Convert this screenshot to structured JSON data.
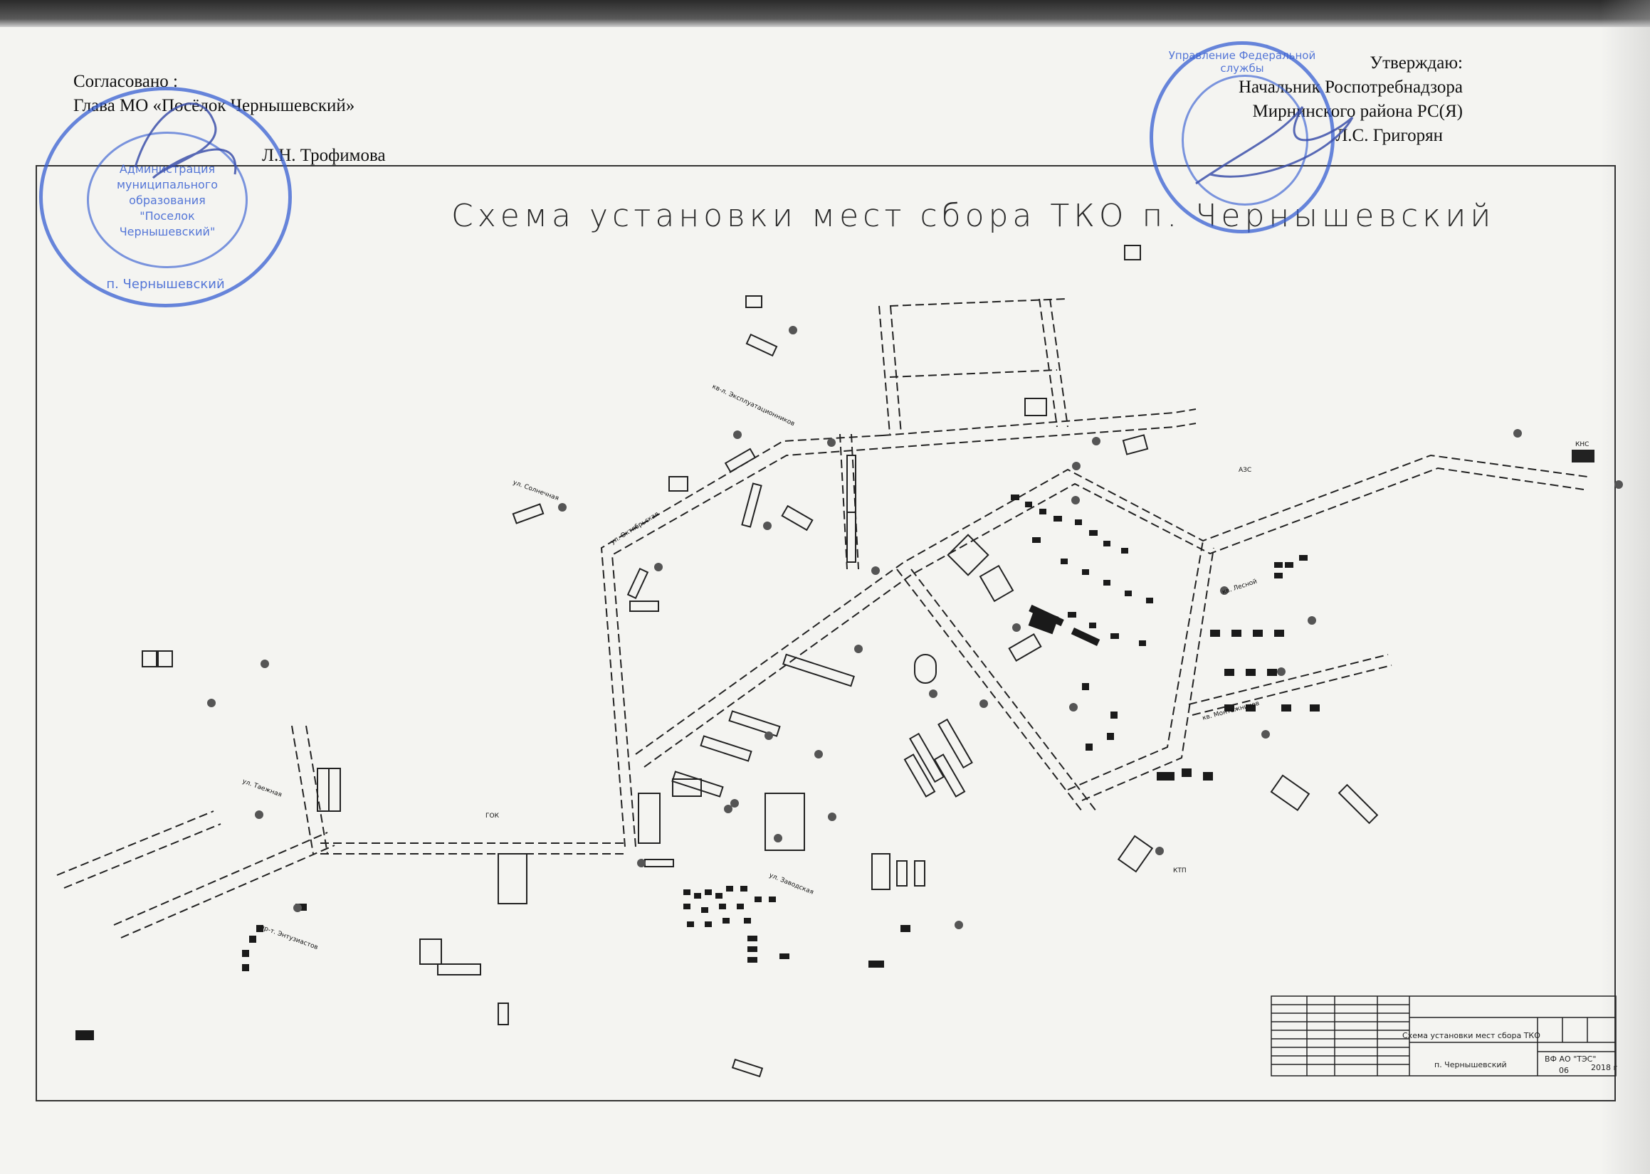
{
  "header": {
    "left": {
      "line1": "Согласовано :",
      "line2": "Глава МО «Посёлок Чернышевский»",
      "signature_name": "Л.Н. Трофимова"
    },
    "right": {
      "line1": "Утверждаю:",
      "line2": "Начальник Роспотребнадзора",
      "line3": "Мирнинского района РС(Я)",
      "signature_name": "Л.С. Григорян"
    }
  },
  "map": {
    "title": "Схема установки мест сбора ТКО п. Чернышевский",
    "street_labels": [
      "кв-л. Эксплуатационников",
      "ул. Октябрьская",
      "ул. Солнечная",
      "кв. Лесной",
      "кв. Монтажников",
      "ул. Заводская",
      "ул. Таежная",
      "пр-т. Энтузиастов"
    ],
    "facility_labels": [
      "АЗС",
      "КНС",
      "ГОК",
      "КТП"
    ]
  },
  "title_block": {
    "project_name": "Схема установки мест сбора ТКО",
    "locality": "п. Чернышевский",
    "organization": "ВФ АО \"ТЭС\"",
    "month": "06",
    "year": "2018 г"
  },
  "stamps": {
    "left_center_text": "Администрация муниципального образования \"Поселок Чернышевский\"",
    "left_ring_bottom": "п. Чернышевский",
    "right_ring_top": "Управление Федеральной службы"
  },
  "colors": {
    "stamp_blue": "#375fd2",
    "ink": "#111111",
    "paper": "#f4f4f1"
  }
}
